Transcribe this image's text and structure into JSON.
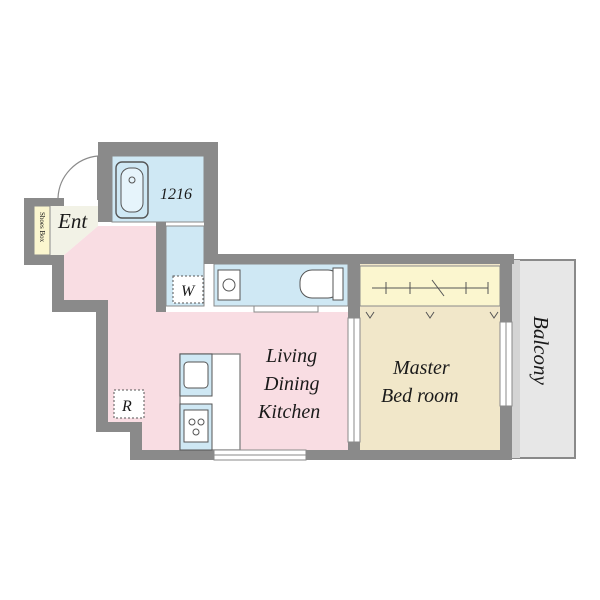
{
  "floor_plan": {
    "rooms": {
      "ldk": {
        "line1": "Living",
        "line2": "Dining",
        "line3": "Kitchen",
        "color": "#f9dde3"
      },
      "master": {
        "line1": "Master",
        "line2": "Bed room",
        "color": "#f1e7c9"
      },
      "balcony": {
        "label": "Balcony",
        "color": "#e7e7e7"
      },
      "entrance": {
        "label": "Ent",
        "color": "#f2f2e6"
      },
      "bath": {
        "label": "1216",
        "color": "#cfe8f4"
      },
      "washer": {
        "label": "W"
      },
      "fridge": {
        "label": "R"
      },
      "shoes": {
        "label": "Shoes Box"
      }
    },
    "colors": {
      "wall": "#8a8a8a",
      "blue_fixture": "#cfe8f4",
      "closet": "#fbf6cf"
    }
  }
}
